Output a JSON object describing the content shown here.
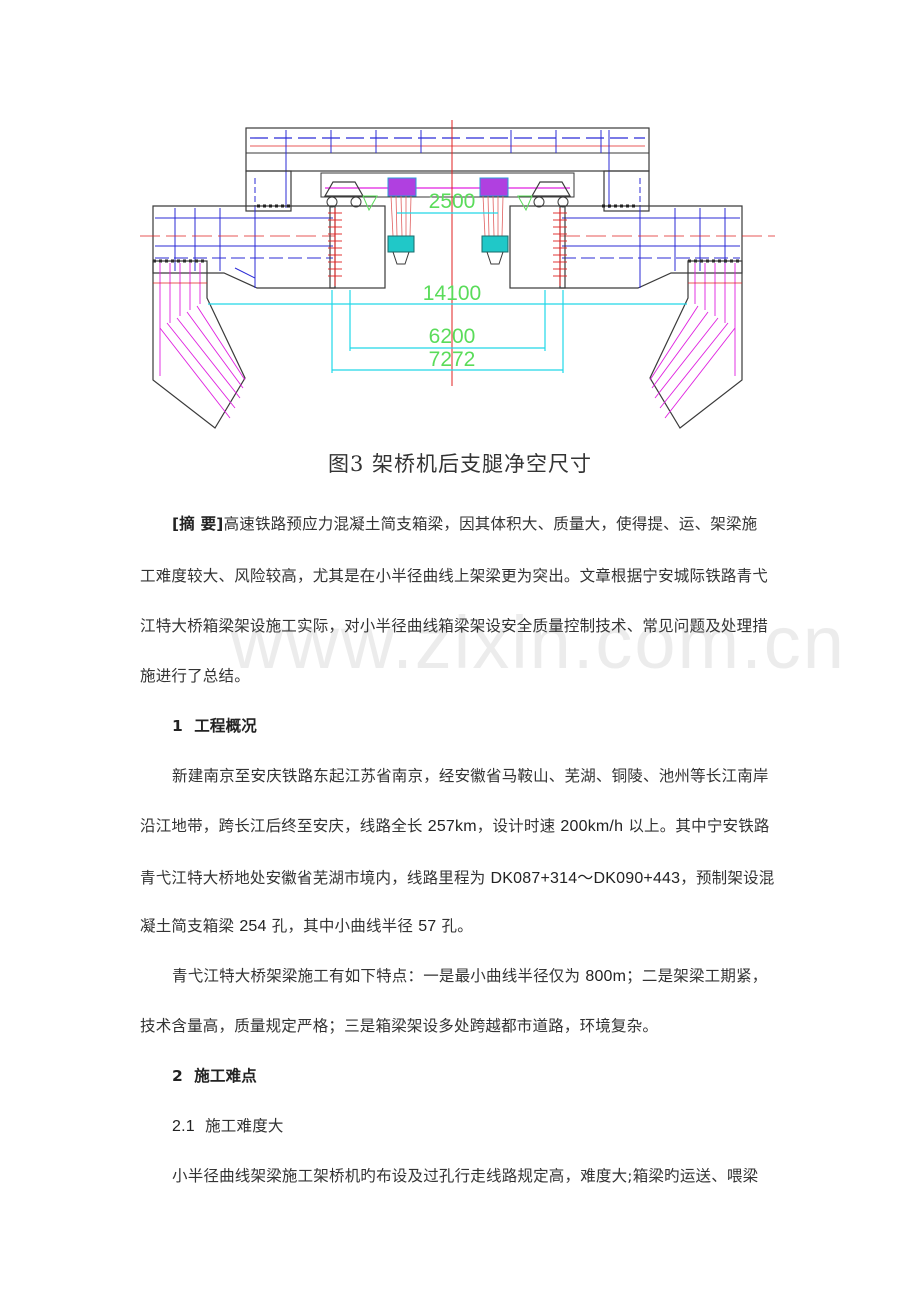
{
  "figure": {
    "caption": "图3  架桥机后支腿净空尺寸",
    "dimensions": {
      "d2500": "2500",
      "d14100": "14100",
      "d6200": "6200",
      "d7272": "7272"
    },
    "colors": {
      "outline": "#3a3a3a",
      "blue_lines": "#2b2bd6",
      "red_lines": "#e02020",
      "magenta_lines": "#e020e0",
      "cyan_dims": "#20d8e8",
      "green_text": "#5adc5a"
    }
  },
  "abstract": {
    "label": "[摘  要]",
    "line1": "高速铁路预应力混凝土简支箱梁，因其体积大、质量大，使得提、运、架梁施",
    "line2": "工难度较大、风险较高，尤其是在小半径曲线上架梁更为突出。文章根据宁安城际铁路青弋",
    "line3": "江特大桥箱梁架设施工实际，对小半径曲线箱梁架设安全质量控制技术、常见问题及处理措",
    "line4": "施进行了总结。"
  },
  "section1": {
    "number": "1",
    "title": "工程概况",
    "p1": {
      "line1": "新建南京至安庆铁路东起江苏省南京，经安徽省马鞍山、芜湖、铜陵、池州等长江南岸",
      "line2_a": "沿江地带，跨长江后终至安庆，线路全长 ",
      "line2_b": "257km",
      "line2_c": "，设计时速  ",
      "line2_d": "200km/h",
      "line2_e": " 以上。其中宁安铁路",
      "line3_a": "青弋江特大桥地处安徽省芜湖市境内，线路里程为 ",
      "line3_b": "DK087+314～DK090+443",
      "line3_c": "，预制架设混",
      "line4_a": "凝土简支箱梁 ",
      "line4_b": "254",
      "line4_c": "  孔，其中小曲线半径 ",
      "line4_d": "57",
      "line4_e": " 孔。"
    },
    "p2": {
      "line1_a": "青弋江特大桥架梁施工有如下特点：一是最小曲线半径仅为 ",
      "line1_b": "800m",
      "line1_c": "；二是架梁工期紧，",
      "line2": "技术含量高，质量规定严格；三是箱梁架设多处跨越都市道路，环境复杂。"
    }
  },
  "section2": {
    "number": "2",
    "title": "施工难点",
    "sub1": {
      "number": "2.1",
      "title": "施工难度大"
    },
    "p1_line1": "小半径曲线架梁施工架桥机旳布设及过孔行走线路规定高，难度大;箱梁旳运送、喂梁"
  },
  "watermark": "www.zixin.com.cn"
}
